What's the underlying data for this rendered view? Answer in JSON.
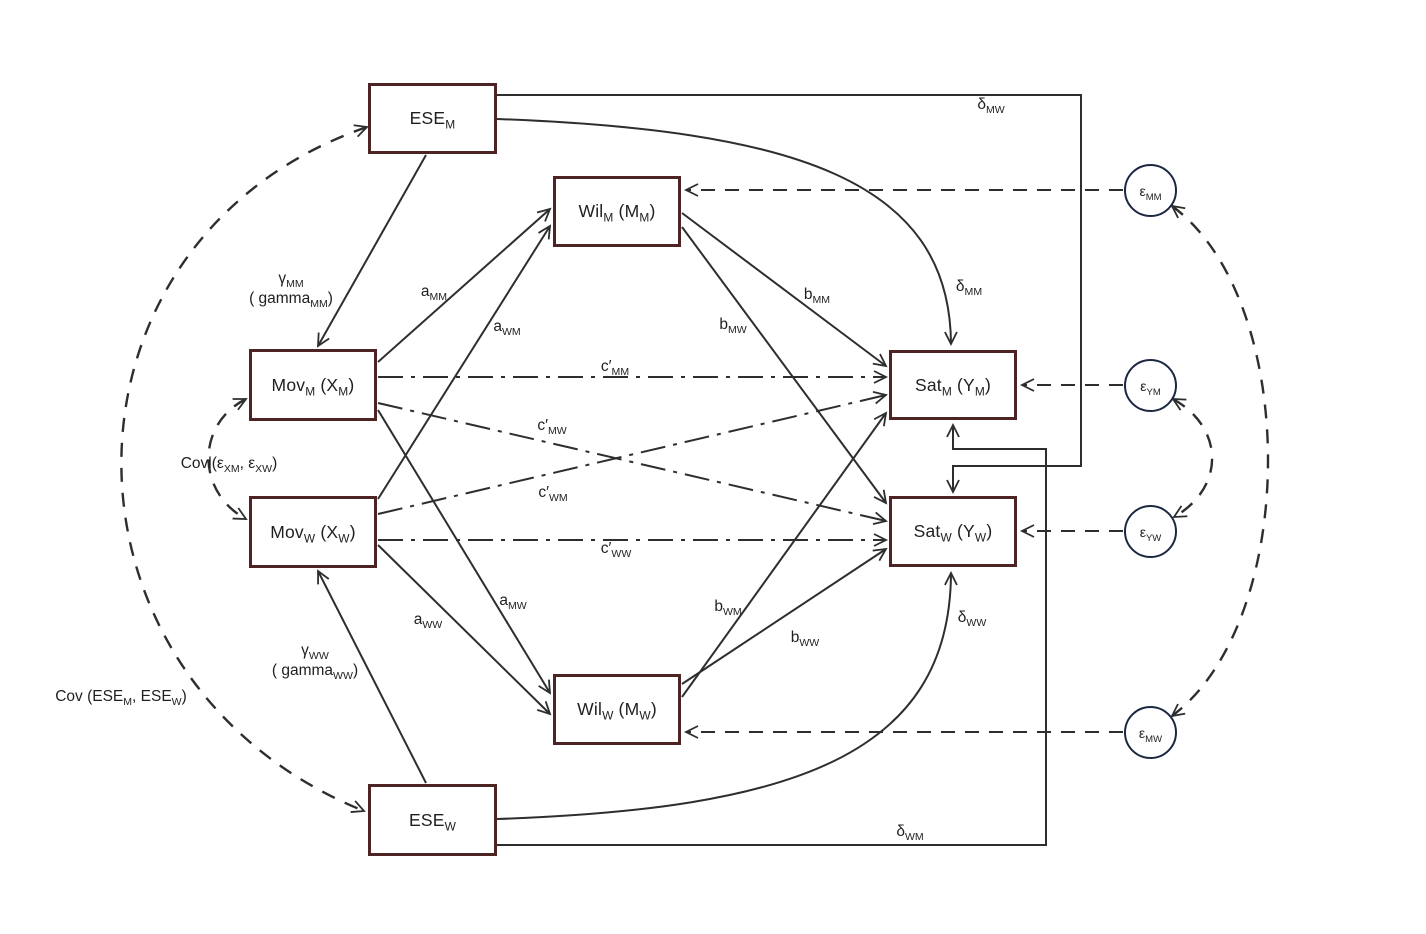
{
  "colors": {
    "background": "#ffffff",
    "line": "#2e2e2e",
    "box_border": "#4d2424",
    "circle_border": "#1c2742",
    "text": "#1f1f1f"
  },
  "boxes": {
    "ese_m": "ESE_{M}",
    "wil_m": "Wil_{M} (M_{M})",
    "mov_m": "Mov_{M} (X_{M})",
    "sat_m": "Sat_{M} (Y_{M})",
    "mov_w": "Mov_{W} (X_{W})",
    "sat_w": "Sat_{W} (Y_{W})",
    "wil_w": "Wil_{W} (M_{W})",
    "ese_w": "ESE_{W}"
  },
  "error_terms": {
    "e_mm": "ε_{MM}",
    "e_ym": "ε_{YM}",
    "e_yw": "ε_{YW}",
    "e_mw": "ε_{MW}"
  },
  "path_labels": {
    "gamma_mm": "γ_{MM}\n( gamma_{MM})",
    "gamma_ww": "γ_{WW}\n( gamma_{WW})",
    "a_mm": "a_{MM}",
    "a_wm": "a_{WM}",
    "a_mw": "a_{MW}",
    "a_ww": "a_{WW}",
    "b_mm": "b_{MM}",
    "b_mw": "b_{MW}",
    "b_wm": "b_{WM}",
    "b_ww": "b_{WW}",
    "c_mm": "c′_{MM}",
    "c_mw": "c′_{MW}",
    "c_wm": "c′_{WM}",
    "c_ww": "c′_{WW}",
    "delta_mw": "δ_{MW}",
    "delta_mm": "δ_{MM}",
    "delta_ww": "δ_{WW}",
    "delta_wm": "δ_{WM}",
    "cov_x": "Covl(ε_{XM}, ε_{XW})",
    "cov_ese": "Cov (ESE_{M}, ESE_{W})"
  }
}
